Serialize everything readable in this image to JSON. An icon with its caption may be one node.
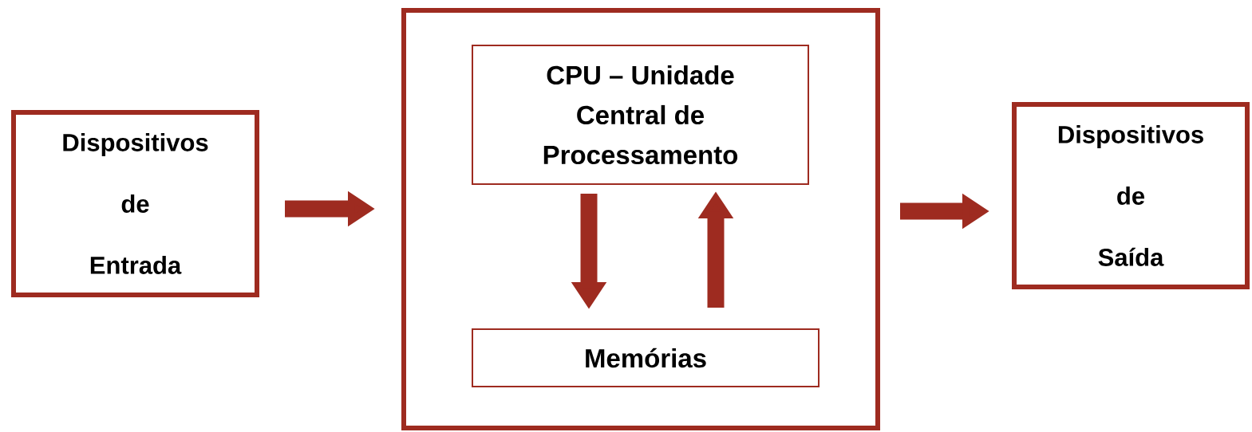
{
  "diagram": {
    "nodes": [
      {
        "text": [
          "Dispositivos de Entrada"
        ]
      },
      {
        "text": [],
        "shape": "box"
      },
      {
        "text": [
          "CPU – Unidade Central de Processamento"
        ],
        "in": 1
      },
      {
        "text": [
          "Memórias"
        ],
        "in": 1
      },
      {
        "text": [
          "Dispositivos de Saída"
        ]
      }
    ],
    "edges": [
      {
        "from": 0,
        "to": 1,
        "arrow": "to"
      },
      {
        "from": 2,
        "to": 3,
        "arrow": "to"
      },
      {
        "from": 3,
        "to": 2,
        "arrow": "to"
      },
      {
        "from": 1,
        "to": 4,
        "arrow": "to"
      }
    ]
  }
}
